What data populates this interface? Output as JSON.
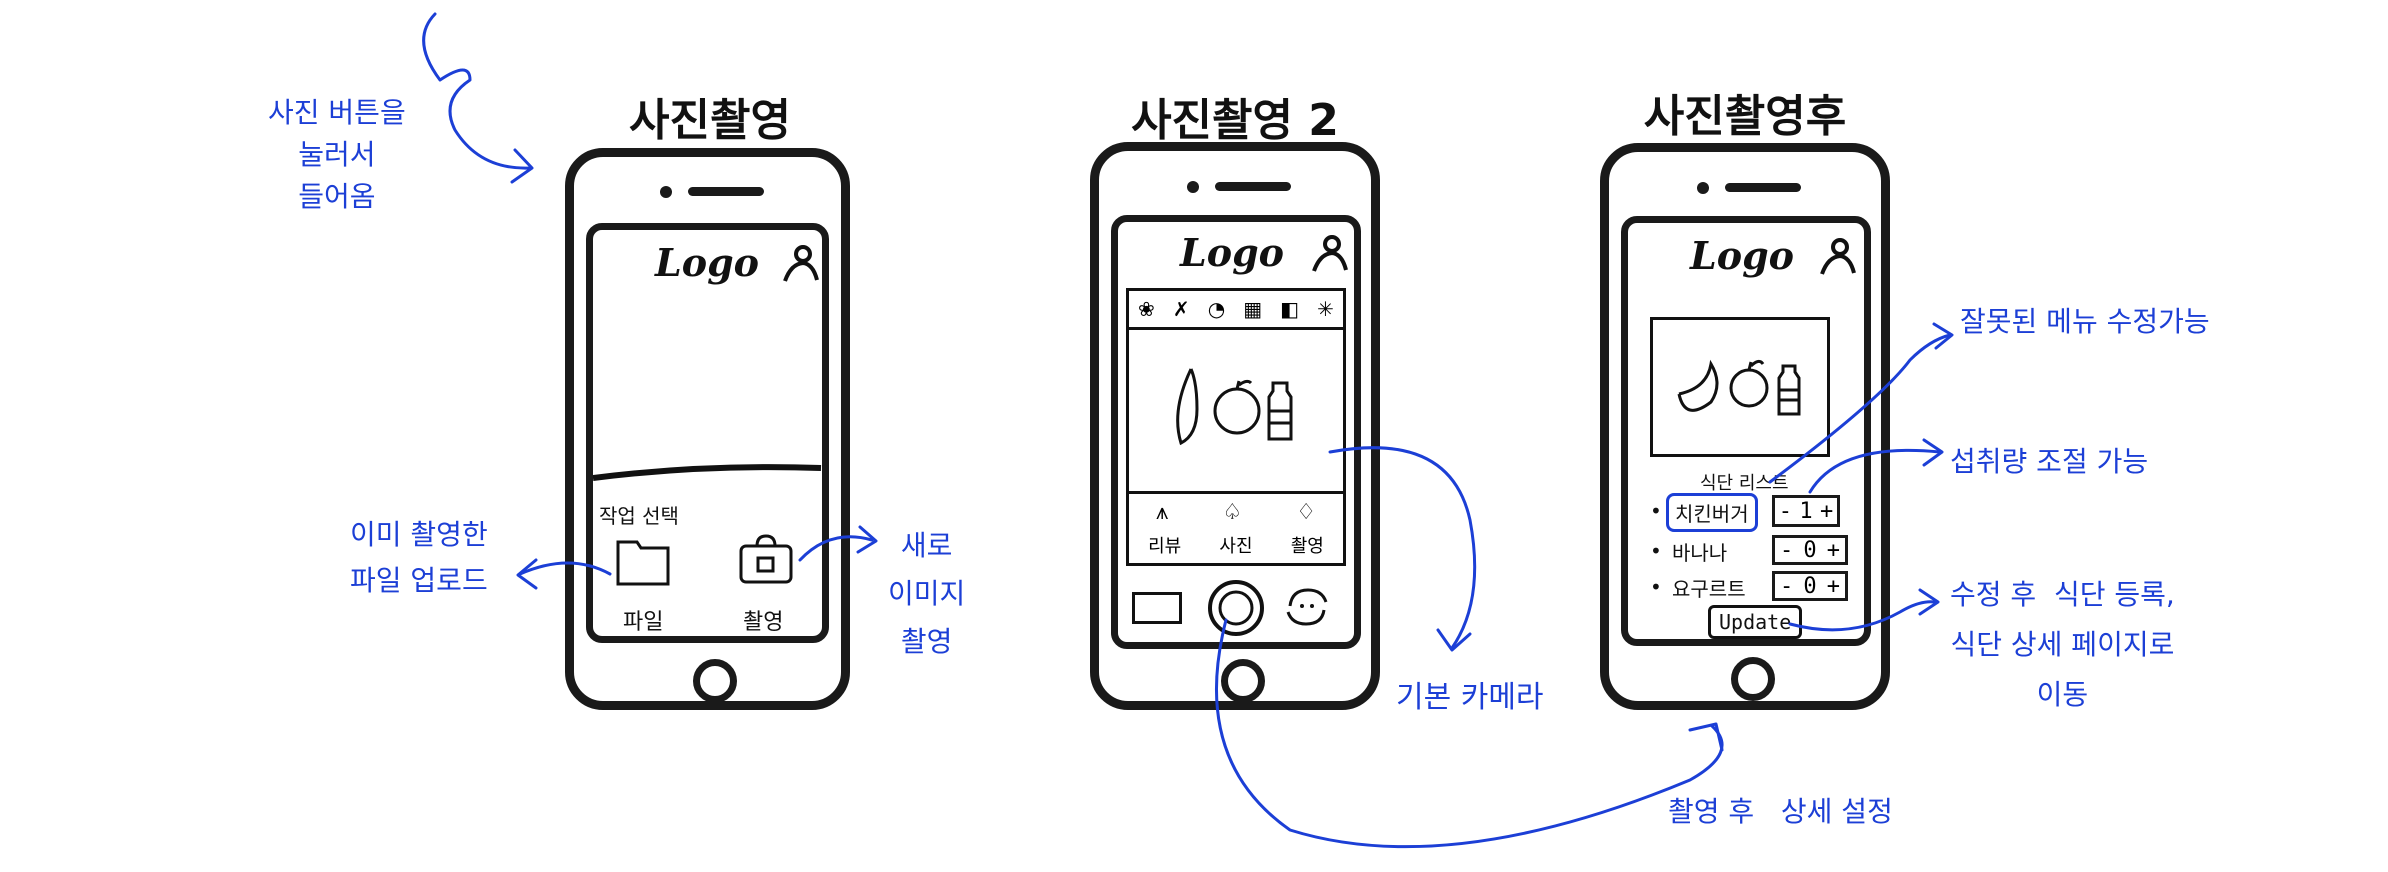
{
  "phone1": {
    "title": "사진촬영",
    "logo": "Logo",
    "sheet_title": "작업 선택",
    "file_label": "파일",
    "shoot_label": "촬영"
  },
  "phone2": {
    "title": "사진촬영 2",
    "logo": "Logo",
    "tabs": [
      "리뷰",
      "사진",
      "촬영"
    ]
  },
  "phone3": {
    "title": "사진촬영후",
    "logo": "Logo",
    "list_title": "식단 리스트",
    "items": [
      {
        "name": "치킨버거",
        "qty": "1"
      },
      {
        "name": "바나나",
        "qty": "0"
      },
      {
        "name": "요구르트",
        "qty": "0"
      }
    ],
    "update_label": "Update"
  },
  "annotations": {
    "enter_by_button": "사진 버튼을\n눌러서\n들어옴",
    "file_upload": "이미 촬영한\n파일 업로드",
    "new_image": "새로\n이미지\n촬영",
    "default_camera": "기본 카메라",
    "after_shot_detail": "촬영 후   상세 설정",
    "fix_wrong_menu": "잘못된 메뉴 수정가능",
    "adjust_intake": "섭취량 조절 가능",
    "after_edit": "수정 후  식단 등록,\n식단 상세 페이지로\n이동"
  },
  "colors": {
    "annotation": "#1c3fd6",
    "ink": "#1a1a1a"
  }
}
